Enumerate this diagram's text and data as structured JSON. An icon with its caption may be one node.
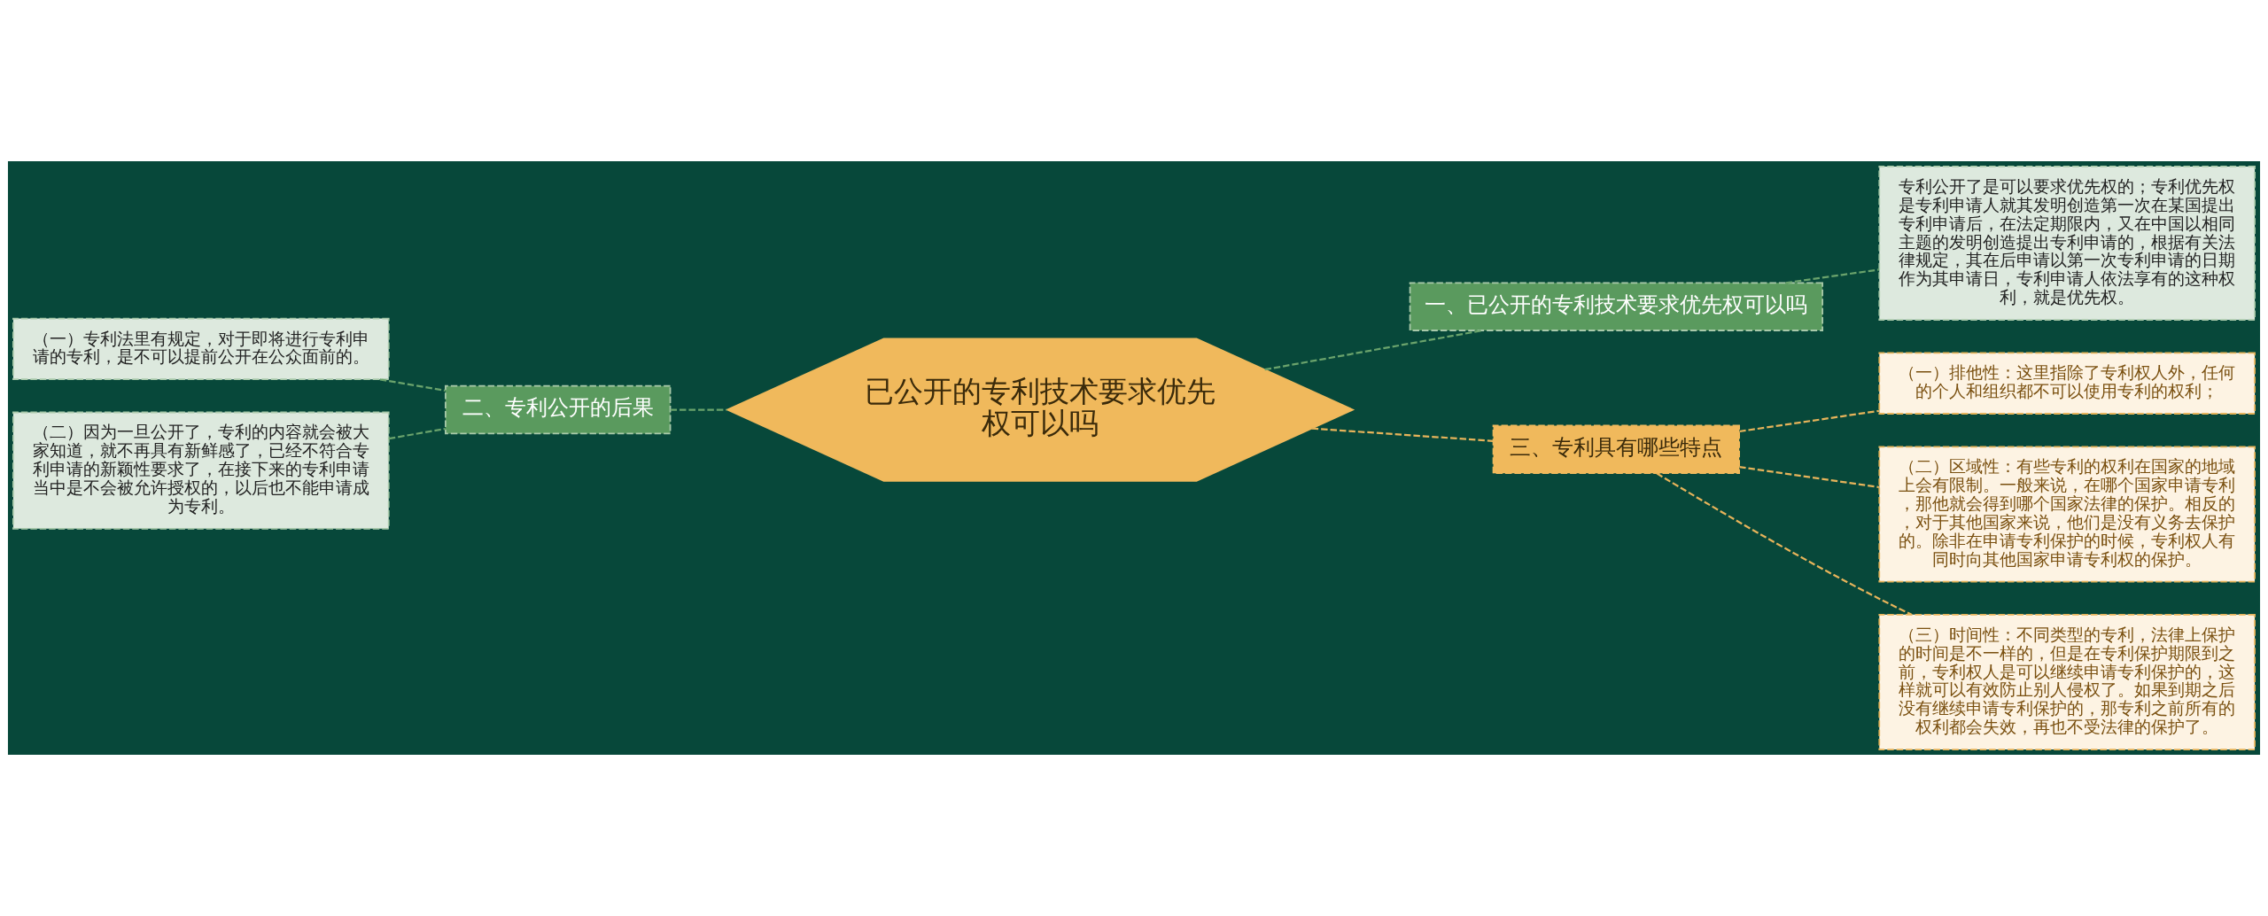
{
  "diagram": {
    "nodes": [
      {
        "text": [
          "已公开的专利技术要求优先权可以吗"
        ]
      },
      {
        "text": [
          "一、已公开的专利技术要求优先权可以吗"
        ]
      },
      {
        "text": [
          "专利公开了是可以要求优先权的；专利优先权是专利申请人就其发明创造第一次在某国提出专利申请后，在法定期限内，又在中国以相同主题的发明创造提出专利申请的，根据有关法律规定，其在后申请以第一次专利申请的日期作为其申请日，专利申请人依法享有的这种权利，就是优先权。"
        ]
      },
      {
        "text": [
          "二、专利公开的后果"
        ]
      },
      {
        "text": [
          "（一）专利法里有规定，对于即将进行专利申请的专利，是不可以提前公开在公众面前的。"
        ]
      },
      {
        "text": [
          "（二）因为一旦公开了，专利的内容就会被大家知道，就不再具有新鲜感了，已经不符合专利申请的新颖性要求了，在接下来的专利申请当中是不会被允许授权的，以后也不能申请成为专利。"
        ]
      },
      {
        "text": [
          "三、专利具有哪些特点"
        ]
      },
      {
        "text": [
          "（一）排他性：这里指除了专利权人外，任何的个人和组织都不可以使用专利的权利；"
        ]
      },
      {
        "text": [
          "（二）区域性：有些专利的权利在国家的地域上会有限制。一般来说，在哪个国家申请专利，那他就会得到哪个国家法律的保护。相反的，对于其他国家来说，他们是没有义务去保护的。除非在申请专利保护的时候，专利权人有同时向其他国家申请专利权的保护。"
        ]
      },
      {
        "text": [
          "（三）时间性：不同类型的专利，法律上保护的时间是不一样的，但是在专利保护期限到之前，专利权人是可以继续申请专利保护的，这样就可以有效防止别人侵权了。如果到期之后没有继续申请专利保护的，那专利之前所有的权利都会失效，再也不受法律的保护了。"
        ]
      }
    ],
    "edges": [
      {
        "from": 0,
        "to": 1,
        "arrow": "none",
        "style": "dashed"
      },
      {
        "from": 1,
        "to": 2,
        "arrow": "none",
        "style": "dashed"
      },
      {
        "from": 0,
        "to": 3,
        "arrow": "none",
        "style": "dashed"
      },
      {
        "from": 3,
        "to": 4,
        "arrow": "none",
        "style": "dashed"
      },
      {
        "from": 3,
        "to": 5,
        "arrow": "none",
        "style": "dashed"
      },
      {
        "from": 0,
        "to": 6,
        "arrow": "none",
        "style": "dashed",
        "color": "#e6b35a"
      },
      {
        "from": 6,
        "to": 7,
        "arrow": "none",
        "style": "dashed",
        "color": "#e6b35a"
      },
      {
        "from": 6,
        "to": 8,
        "arrow": "none",
        "style": "dashed",
        "color": "#e6b35a"
      },
      {
        "from": 6,
        "to": 9,
        "arrow": "none",
        "style": "dashed",
        "color": "#e6b35a"
      }
    ]
  }
}
